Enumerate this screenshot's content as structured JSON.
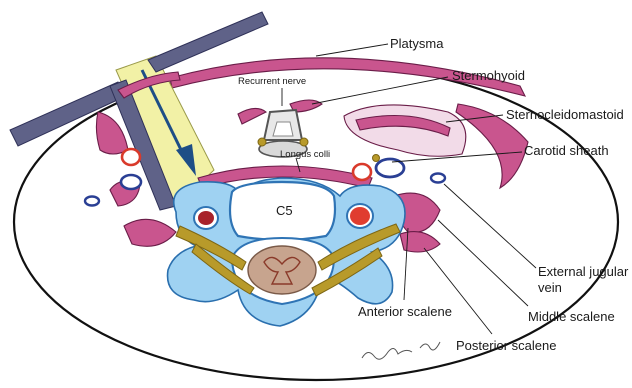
{
  "labels": {
    "platysma": "Platysma",
    "sternohyoid": "Stermohyoid",
    "sternocleidomastoid": "Sternocleidomastoid",
    "carotid_sheath": "Carotid sheath",
    "recurrent_nerve": "Recurrent nerve",
    "longus_colli": "Longus colli",
    "c5": "C5",
    "external_jugular_1": "External jugular",
    "external_jugular_2": "vein",
    "middle_scalene": "Middle scalene",
    "anterior_scalene": "Anterior scalene",
    "posterior_scalene": "Posterior scalene"
  },
  "colors": {
    "muscle": "#c9558e",
    "bone_outline": "#2f74b5",
    "bone_fill": "#9fd2f2",
    "retractor": "#5f6288",
    "approach_channel": "#f2f1a6",
    "artery": "#d93a2b",
    "vein": "#2a3f94",
    "nerve": "#b89a2a",
    "spinal_cord": "#c7a48e"
  }
}
